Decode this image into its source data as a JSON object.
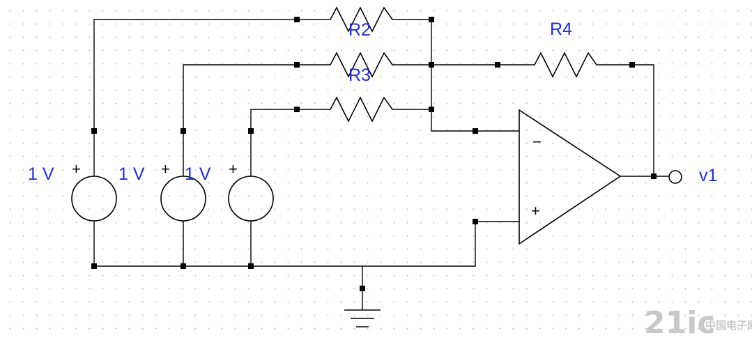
{
  "colors": {
    "label": "#1f2fd6",
    "wire": "#000000",
    "watermark": "#bfbfbf"
  },
  "labels": {
    "r2": "R2",
    "r3": "R3",
    "r4": "R4",
    "source_1": "1 V",
    "source_2": "1 V",
    "source_3": "1 V",
    "output": "v1",
    "plus": "+",
    "opamp_minus": "−",
    "opamp_plus": "+"
  },
  "watermark": {
    "text_latin": "21ic",
    "text_cn": "中国电子网"
  }
}
